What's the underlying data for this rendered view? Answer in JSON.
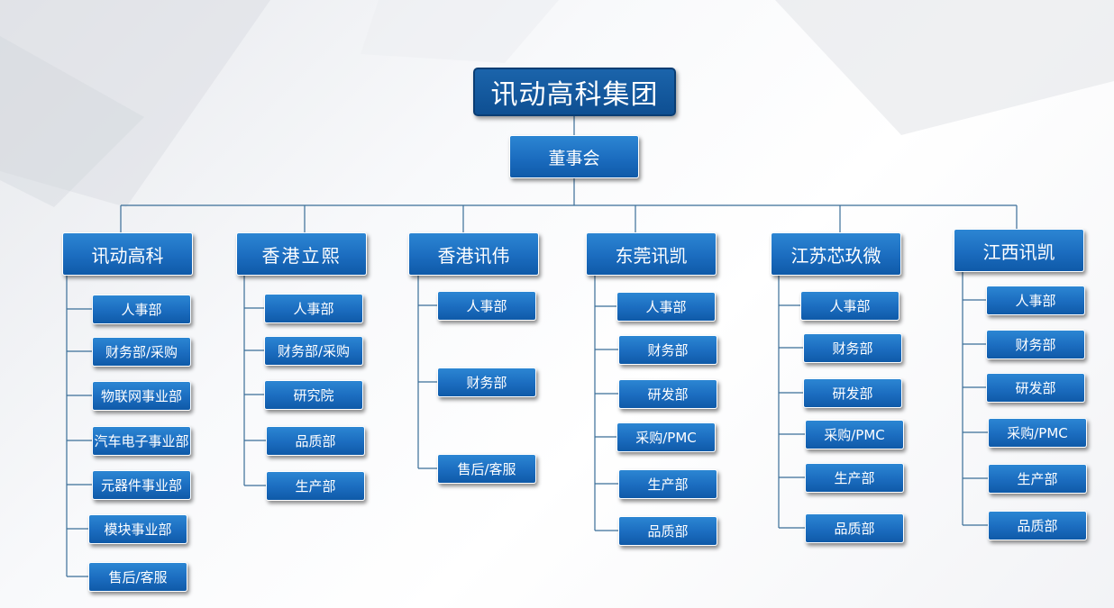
{
  "org": {
    "title": "讯动高科集团",
    "board": "董事会",
    "branches": [
      {
        "name": "讯动高科",
        "departments": [
          "人事部",
          "财务部/采购",
          "物联网事业部",
          "汽车电子事业部",
          "元器件事业部",
          "模块事业部",
          "售后/客服"
        ]
      },
      {
        "name": "香港立熙",
        "departments": [
          "人事部",
          "财务部/采购",
          "研究院",
          "品质部",
          "生产部"
        ]
      },
      {
        "name": "香港讯伟",
        "departments": [
          "人事部",
          "财务部",
          "售后/客服"
        ]
      },
      {
        "name": "东莞讯凯",
        "departments": [
          "人事部",
          "财务部",
          "研发部",
          "采购/PMC",
          "生产部",
          "品质部"
        ]
      },
      {
        "name": "江苏芯玖微",
        "departments": [
          "人事部",
          "财务部",
          "研发部",
          "采购/PMC",
          "生产部",
          "品质部"
        ]
      },
      {
        "name": "江西讯凯",
        "departments": [
          "人事部",
          "财务部",
          "研发部",
          "采购/PMC",
          "生产部",
          "品质部"
        ]
      }
    ]
  },
  "colors": {
    "box_top": "#2c86d3",
    "box_bottom": "#0f5aa8",
    "title_box": "#0e4f92",
    "connector": "#3a6e98",
    "text": "#ffffff"
  }
}
